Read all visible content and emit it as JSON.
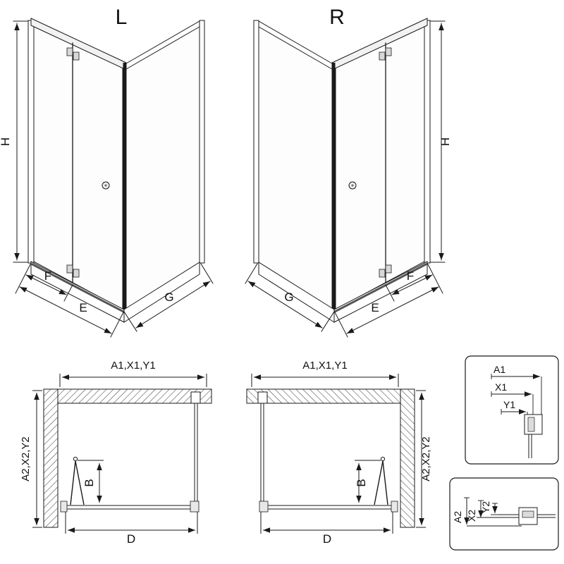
{
  "colors": {
    "line": "#1a1a1a",
    "background": "#ffffff",
    "hatch": "#444444"
  },
  "views": {
    "left_3d": {
      "label": "L",
      "dim_height": "H",
      "dim_f": "F",
      "dim_e": "E",
      "dim_g": "G"
    },
    "right_3d": {
      "label": "R",
      "dim_height": "H",
      "dim_f": "F",
      "dim_e": "E",
      "dim_g": "G"
    },
    "left_plan": {
      "dim_top": "A1,X1,Y1",
      "dim_side": "A2,X2,Y2",
      "dim_b": "B",
      "dim_d": "D"
    },
    "right_plan": {
      "dim_top": "A1,X1,Y1",
      "dim_side": "A2,X2,Y2",
      "dim_b": "B",
      "dim_d": "D"
    },
    "detail_top": {
      "dim_a1": "A1",
      "dim_x1": "X1",
      "dim_y1": "Y1"
    },
    "detail_bottom": {
      "dim_a2": "A2",
      "dim_x2": "X2",
      "dim_y2": "Y2"
    }
  }
}
